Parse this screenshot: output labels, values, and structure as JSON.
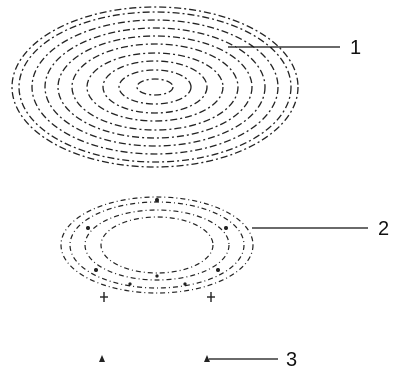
{
  "diagram": {
    "parts": [
      {
        "id": "plate",
        "callout": "1"
      },
      {
        "id": "roller-ring",
        "callout": "2"
      },
      {
        "id": "feet",
        "callout": "3"
      }
    ]
  }
}
